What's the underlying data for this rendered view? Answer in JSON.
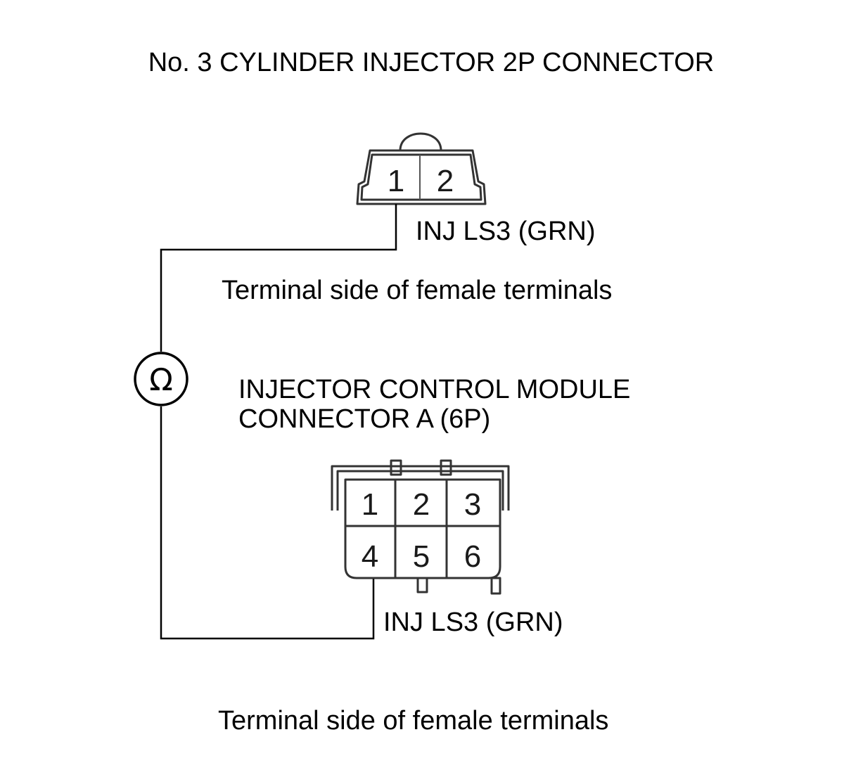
{
  "title": "No. 3 CYLINDER INJECTOR 2P CONNECTOR",
  "top_connector": {
    "pins": [
      "1",
      "2"
    ],
    "wire_label": "INJ LS3 (GRN)",
    "side_note": "Terminal side of female terminals"
  },
  "meter": {
    "symbol": "Ω",
    "icon": "ohmmeter-icon"
  },
  "bottom_connector": {
    "title_line1": "INJECTOR CONTROL MODULE",
    "title_line2": "CONNECTOR A (6P)",
    "pins": [
      "1",
      "2",
      "3",
      "4",
      "5",
      "6"
    ],
    "wire_label": "INJ LS3 (GRN)",
    "side_note": "Terminal side of female terminals"
  },
  "colors": {
    "line": "#000000",
    "connector": "#333333",
    "background": "#ffffff"
  }
}
